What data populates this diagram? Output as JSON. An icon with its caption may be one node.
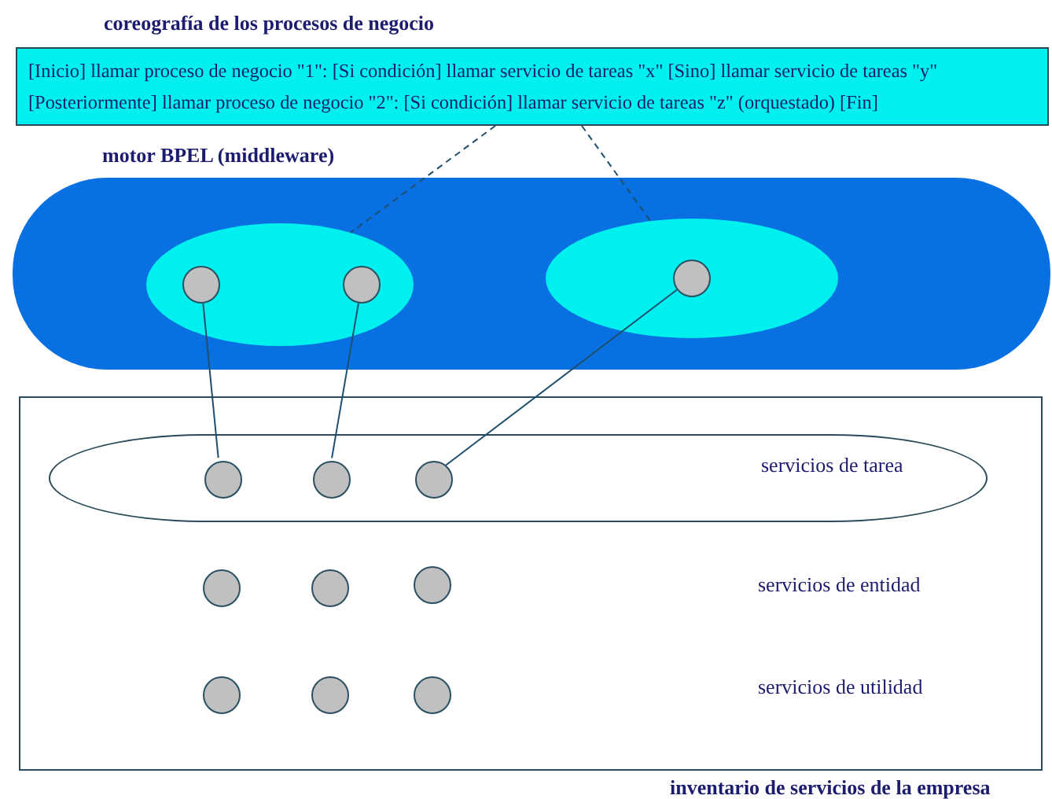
{
  "diagram": {
    "nodes": [
      {
        "text": [
          "coreografía de los procesos de negocio",
          "[Inicio] llamar proceso de negocio \"1\": [Si condición] llamar servicio de tareas \"x\" [Sino] llamar servicio de tareas \"y\" [Posteriormente] llamar proceso de negocio \"2\": [Si condición] llamar servicio de tareas \"z\" (orquestado) [Fin]"
        ]
      },
      {
        "text": [
          "motor BPEL (middleware)"
        ]
      },
      {
        "text": [],
        "shape": "ellipse",
        "in": 1
      },
      {
        "text": [],
        "shape": "ellipse",
        "in": 1
      },
      {
        "text": [],
        "shape": "circle",
        "in": 2
      },
      {
        "text": [],
        "shape": "circle",
        "in": 2
      },
      {
        "text": [],
        "shape": "circle",
        "in": 3
      },
      {
        "text": [
          "inventario de servicios de la empresa"
        ]
      },
      {
        "text": [
          "servicios de tarea"
        ],
        "in": 7
      },
      {
        "text": [],
        "shape": "circle",
        "in": 8
      },
      {
        "text": [],
        "shape": "circle",
        "in": 8
      },
      {
        "text": [],
        "shape": "circle",
        "in": 8
      },
      {
        "text": [],
        "shape": "circle",
        "in": 7
      },
      {
        "text": [],
        "shape": "circle",
        "in": 7
      },
      {
        "text": [],
        "shape": "circle",
        "in": 7
      },
      {
        "text": [],
        "shape": "circle",
        "in": 7
      },
      {
        "text": [],
        "shape": "circle",
        "in": 7
      },
      {
        "text": [],
        "shape": "circle",
        "in": 7
      }
    ],
    "edges": [
      {
        "from": 0,
        "to": 2,
        "arrow": "none",
        "style": "dashed"
      },
      {
        "from": 0,
        "to": 3,
        "arrow": "none",
        "style": "dashed"
      },
      {
        "from": 4,
        "to": 9,
        "arrow": "none"
      },
      {
        "from": 5,
        "to": 10,
        "arrow": "none"
      },
      {
        "from": 6,
        "to": 11,
        "arrow": "none"
      }
    ],
    "labels": [
      "servicios de entidad",
      "servicios de utilidad"
    ]
  }
}
